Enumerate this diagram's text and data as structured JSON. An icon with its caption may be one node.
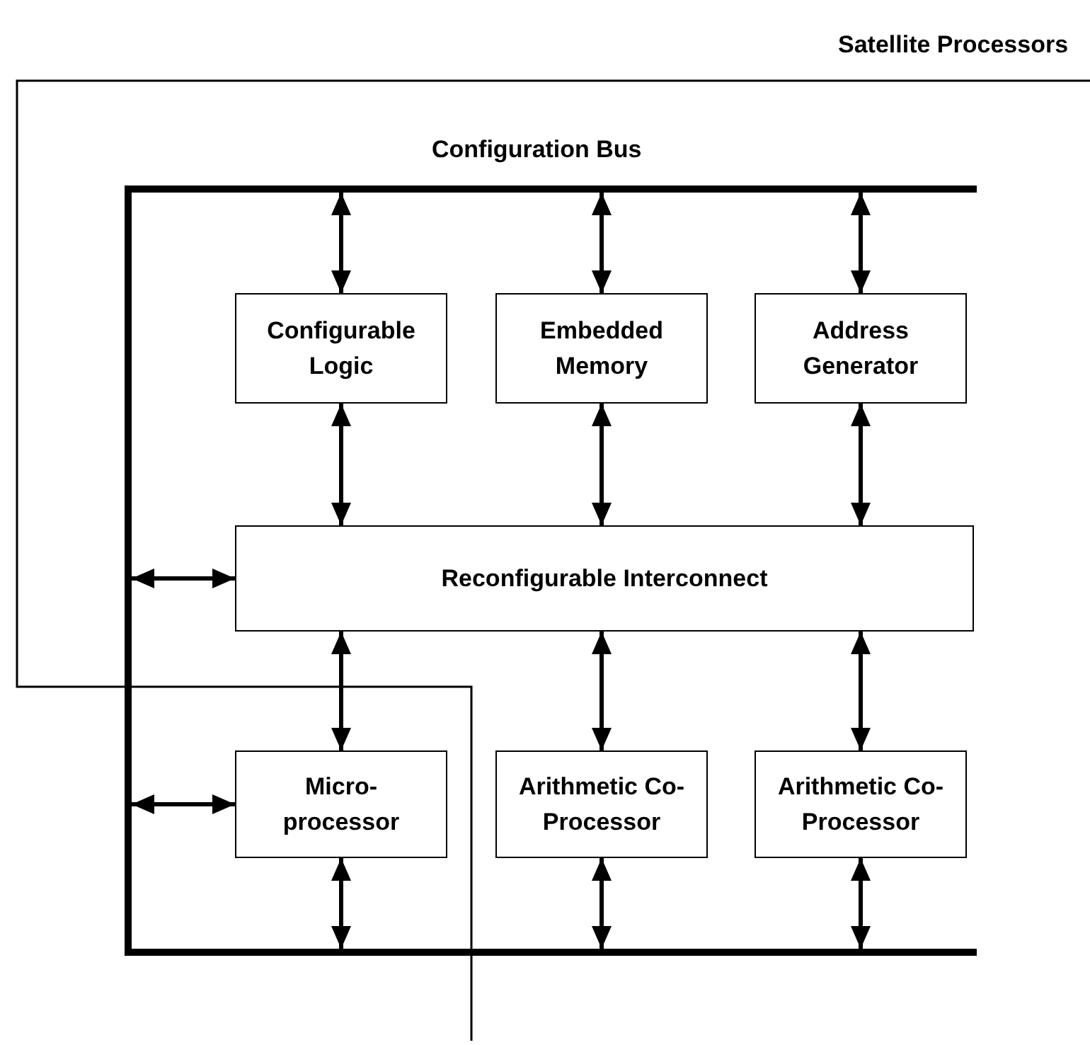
{
  "diagram": {
    "nodes": [
      {
        "text": [
          "Configuration Bus"
        ]
      },
      {
        "text": [
          "Configurable Logic"
        ],
        "in": 0
      },
      {
        "text": [
          "Embedded Memory"
        ],
        "in": 0
      },
      {
        "text": [
          "Address Generator"
        ],
        "in": 0
      },
      {
        "text": [
          "Reconfigurable Interconnect"
        ],
        "in": 0
      },
      {
        "text": [
          "Micro- processor"
        ],
        "in": 0
      },
      {
        "text": [
          "Arithmetic Co-Processor"
        ],
        "in": 0
      },
      {
        "text": [
          "Arithmetic Co-Processor"
        ],
        "in": 0
      }
    ],
    "edges": [
      {
        "from": 0,
        "to": 1,
        "arrow": "both"
      },
      {
        "from": 0,
        "to": 2,
        "arrow": "both"
      },
      {
        "from": 0,
        "to": 3,
        "arrow": "both"
      },
      {
        "from": 1,
        "to": 4,
        "arrow": "both"
      },
      {
        "from": 2,
        "to": 4,
        "arrow": "both"
      },
      {
        "from": 3,
        "to": 4,
        "arrow": "both"
      },
      {
        "from": 0,
        "to": 4,
        "arrow": "both"
      },
      {
        "from": 4,
        "to": 5,
        "arrow": "both"
      },
      {
        "from": 4,
        "to": 6,
        "arrow": "both"
      },
      {
        "from": 4,
        "to": 7,
        "arrow": "both"
      },
      {
        "from": 0,
        "to": 5,
        "arrow": "both"
      },
      {
        "from": 5,
        "to": 0,
        "arrow": "both"
      },
      {
        "from": 6,
        "to": 0,
        "arrow": "both"
      },
      {
        "from": 7,
        "to": 0,
        "arrow": "both"
      }
    ],
    "labels": [
      "Satellite Processors"
    ]
  }
}
